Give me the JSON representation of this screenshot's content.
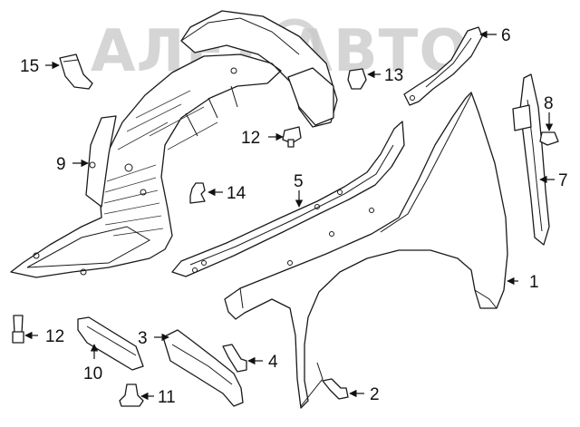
{
  "watermark": "АЛЕТ АВТО",
  "callouts": [
    {
      "id": "callout-1",
      "label": "1"
    },
    {
      "id": "callout-2",
      "label": "2"
    },
    {
      "id": "callout-3",
      "label": "3"
    },
    {
      "id": "callout-4",
      "label": "4"
    },
    {
      "id": "callout-5",
      "label": "5"
    },
    {
      "id": "callout-6",
      "label": "6"
    },
    {
      "id": "callout-7",
      "label": "7"
    },
    {
      "id": "callout-8",
      "label": "8"
    },
    {
      "id": "callout-9",
      "label": "9"
    },
    {
      "id": "callout-10",
      "label": "10"
    },
    {
      "id": "callout-11",
      "label": "11"
    },
    {
      "id": "callout-12a",
      "label": "12"
    },
    {
      "id": "callout-12b",
      "label": "12"
    },
    {
      "id": "callout-13",
      "label": "13"
    },
    {
      "id": "callout-14",
      "label": "14"
    },
    {
      "id": "callout-15",
      "label": "15"
    }
  ]
}
